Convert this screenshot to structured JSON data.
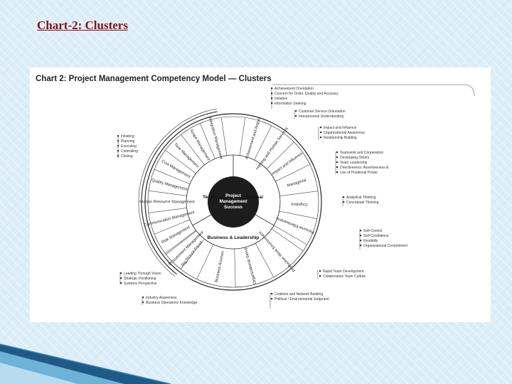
{
  "slide_title": "Chart-2: Clusters",
  "figure_title": "Chart 2: Project Management Competency Model — Clusters",
  "center": [
    "Project",
    "Management",
    "Success"
  ],
  "quadrants": [
    "Technical",
    "Personal",
    "Business & Leadership"
  ],
  "segments": {
    "technical": [
      "Integration Management",
      "Scope Management",
      "Time Management",
      "Cost Management",
      "Quality Management",
      "Human Resource Management",
      "Communication Management",
      "Risk Management",
      "Procurement Management"
    ],
    "personal": [
      "Achievement and Action",
      "Helping and Human Services",
      "Impact and Influence",
      "Managerial",
      "Cognitive",
      "Personal Effectiveness"
    ],
    "business": [
      "Big Picture Focus",
      "Business Acumen",
      "Organizational Savvy",
      "Production Work Environment"
    ]
  },
  "left_lists": [
    [
      "Initiating",
      "Planning",
      "Executing",
      "Controlling",
      "Closing"
    ],
    [
      "Leading Through Vision",
      "Strategic Positioning",
      "Systems Perspective"
    ],
    [
      "Industry Awareness",
      "Business Operations Knowledge"
    ]
  ],
  "right_lists": [
    [
      "Achievement Orientation",
      "Concern for Order, Quality and Accuracy",
      "Initiative",
      "Information Seeking"
    ],
    [
      "Customer Service Orientation",
      "Interpersonal Understanding"
    ],
    [
      "Impact and Influence",
      "Organizational Awareness",
      "Relationship Building"
    ],
    [
      "Teamwork and Cooperation",
      "Developing Others",
      "Team Leadership",
      "Directiveness: Assertiveness &",
      "Use of Positional Power"
    ],
    [
      "Analytical Thinking",
      "Conceptual Thinking"
    ],
    [
      "Self-Control",
      "Self-Confidence",
      "Flexibility",
      "Organizational Commitment"
    ],
    [
      "Rapid Team Development",
      "Collaborative Team Culture"
    ],
    [
      "Coalition and Network Building",
      "Political / Environmental Judgment"
    ]
  ],
  "colors": {
    "title": "#8b1010",
    "wheel_dark": "#1c1c1c",
    "background": "#dceef8"
  }
}
